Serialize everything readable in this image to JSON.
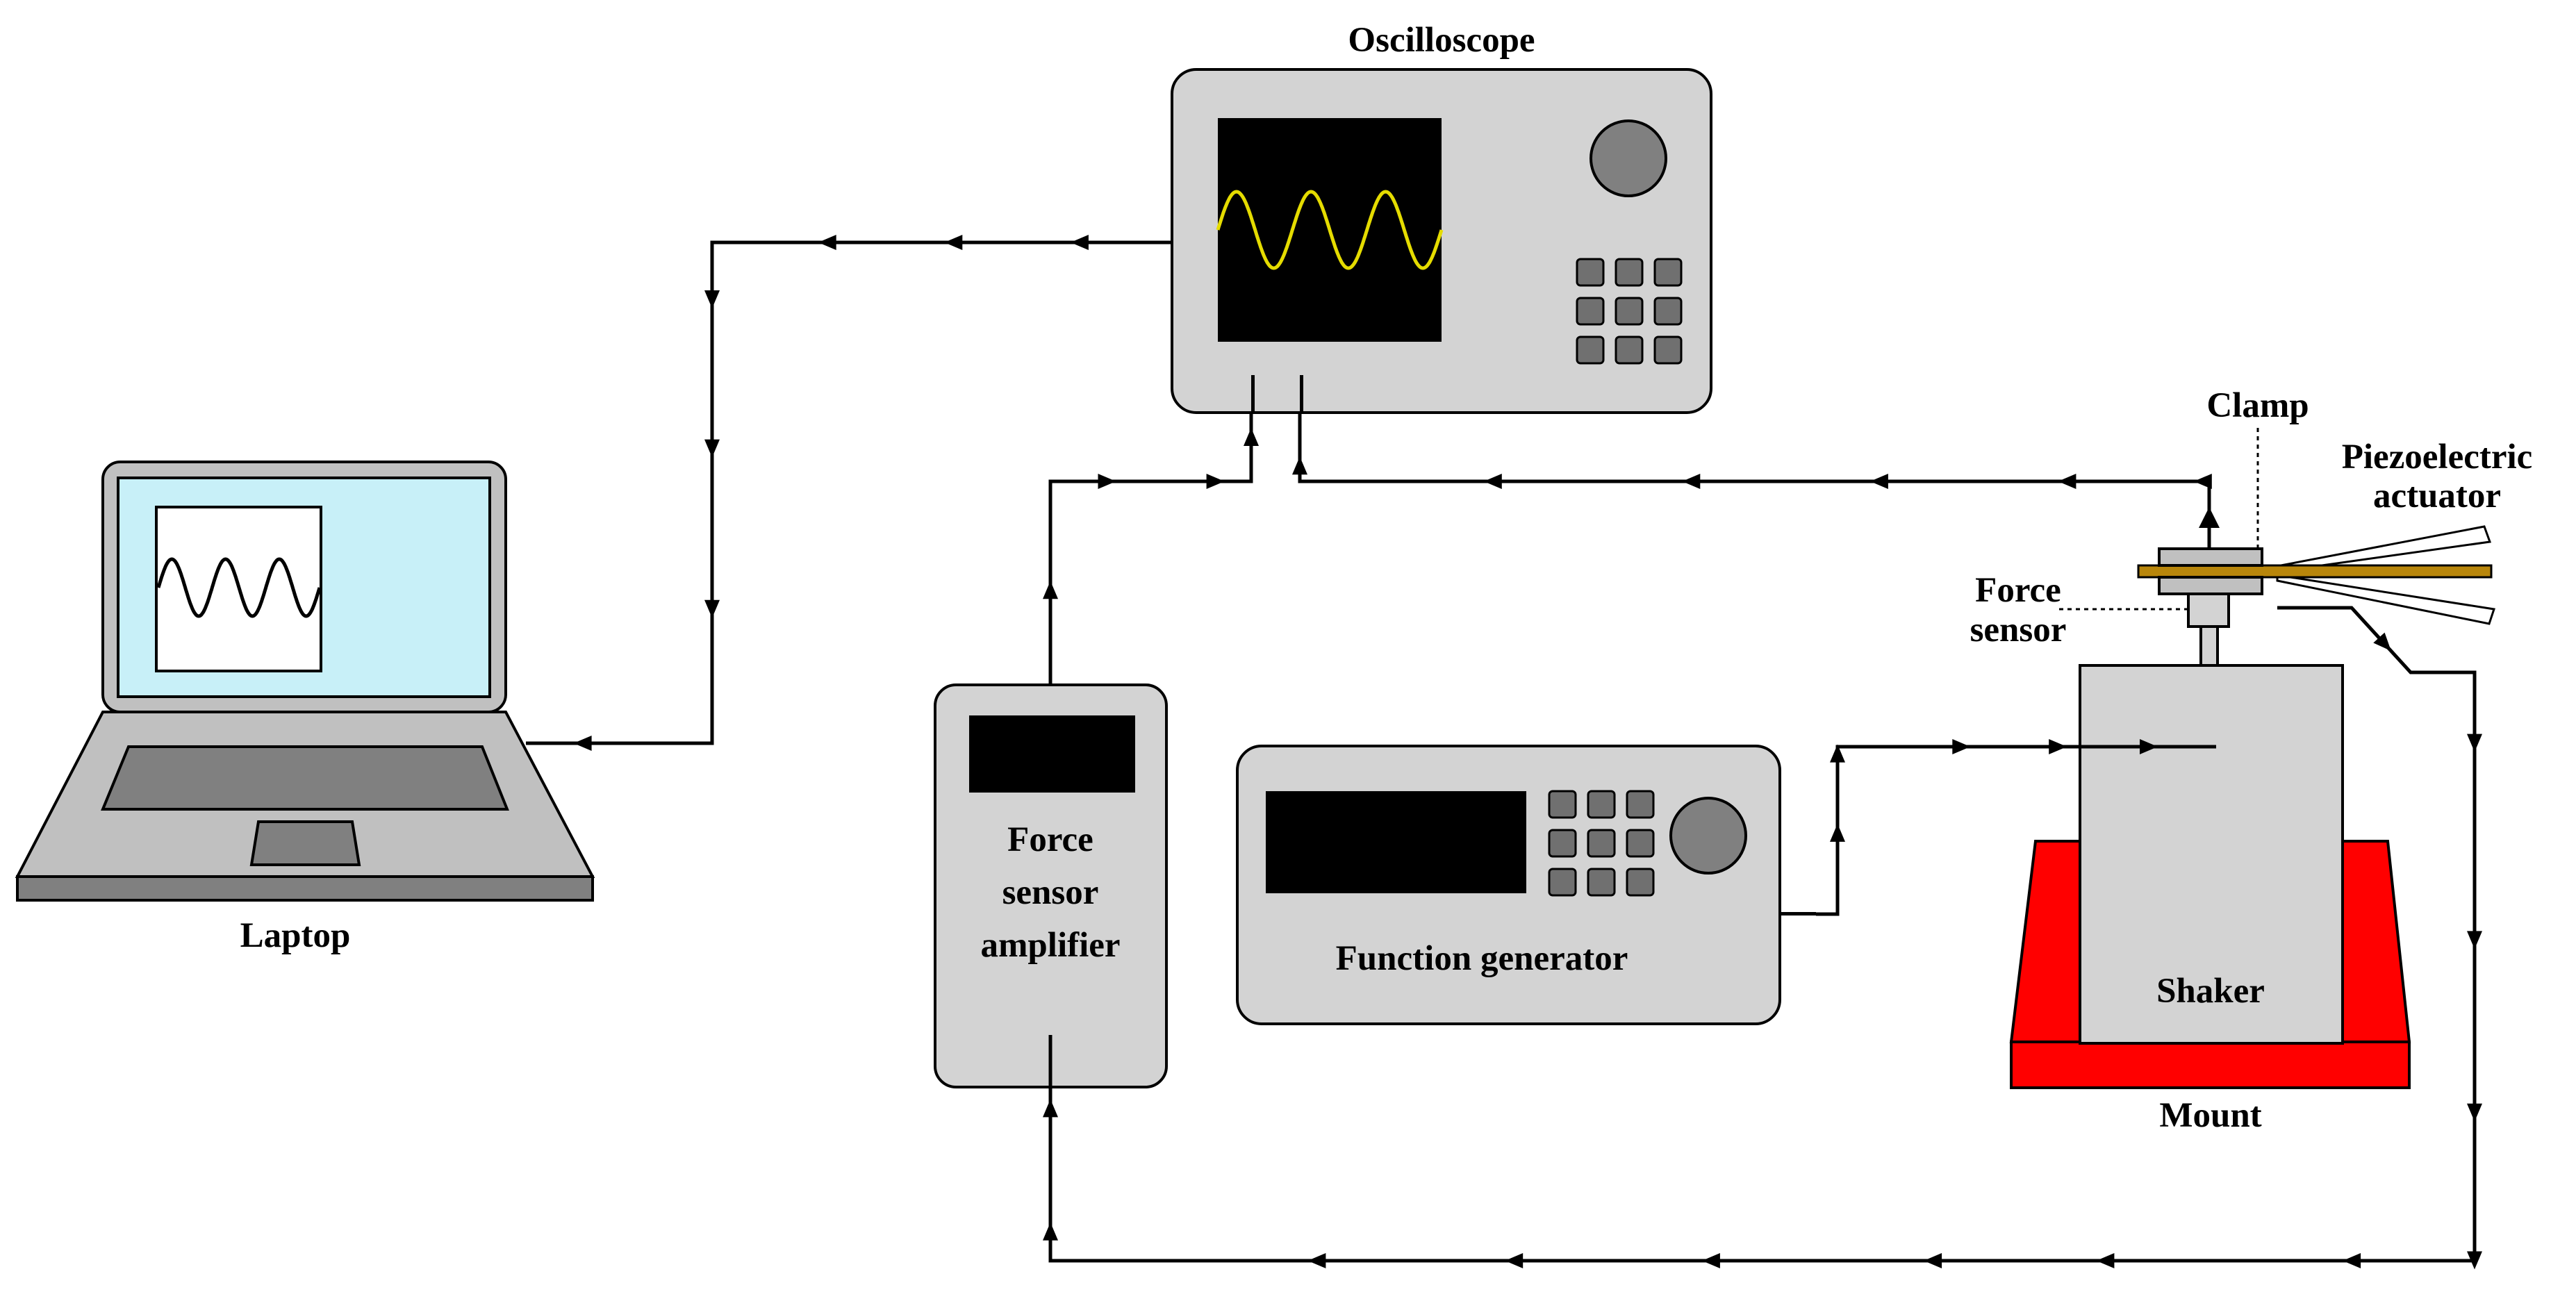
{
  "labels": {
    "oscilloscope": "Oscilloscope",
    "laptop": "Laptop",
    "force_sensor_amplifier": [
      "Force",
      "sensor",
      "amplifier"
    ],
    "function_generator": "Function generator",
    "shaker": "Shaker",
    "mount": "Mount",
    "clamp": "Clamp",
    "piezoelectric_actuator": [
      "Piezoelectric",
      "actuator"
    ],
    "force_sensor": [
      "Force",
      "sensor"
    ]
  },
  "colors": {
    "device_body": "#d3d3d3",
    "screen_black": "#000000",
    "scope_trace": "#e5dc00",
    "laptop_screen": "#c8f0f8",
    "laptop_deck": "#c0c0c0",
    "mount_red": "#ff0000",
    "actuator_layer": "#b8860b",
    "knob": "#808080",
    "key": "#707070"
  },
  "icons": [
    "oscilloscope-icon",
    "laptop-icon",
    "function-generator-icon",
    "amplifier-icon",
    "shaker-icon",
    "clamp-icon",
    "piezo-actuator-icon",
    "force-sensor-icon"
  ]
}
